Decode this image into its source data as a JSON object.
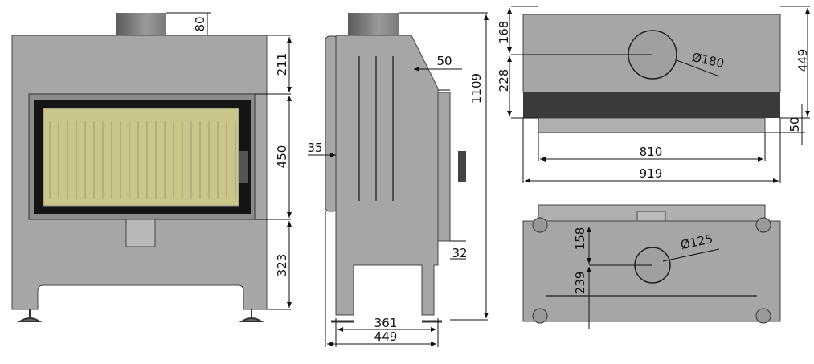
{
  "title": "Fireplace insert dimensional drawing",
  "colors": {
    "steel": "#a6a6a6",
    "firebrick": "#c8c68a",
    "dark": "#3a3a3a"
  },
  "front_view": {
    "dims": {
      "flue_height": "80",
      "top_section": "211",
      "door_height": "450",
      "bottom_section": "323"
    }
  },
  "side_view": {
    "dims": {
      "back_offset": "35",
      "top_step": "50",
      "total_height": "1109",
      "door_offset": "32",
      "leg_span": "361",
      "depth": "449"
    }
  },
  "top_view": {
    "dims": {
      "flue_from_back": "168",
      "flue_to_front": "228",
      "flue_diameter": "Ø180",
      "depth": "449",
      "frame_depth": "50",
      "frame_width": "810",
      "total_width": "919"
    }
  },
  "bottom_view": {
    "dims": {
      "air_inlet_from_front": "158",
      "air_inlet_to_back": "239",
      "air_inlet_diameter": "Ø125"
    }
  }
}
